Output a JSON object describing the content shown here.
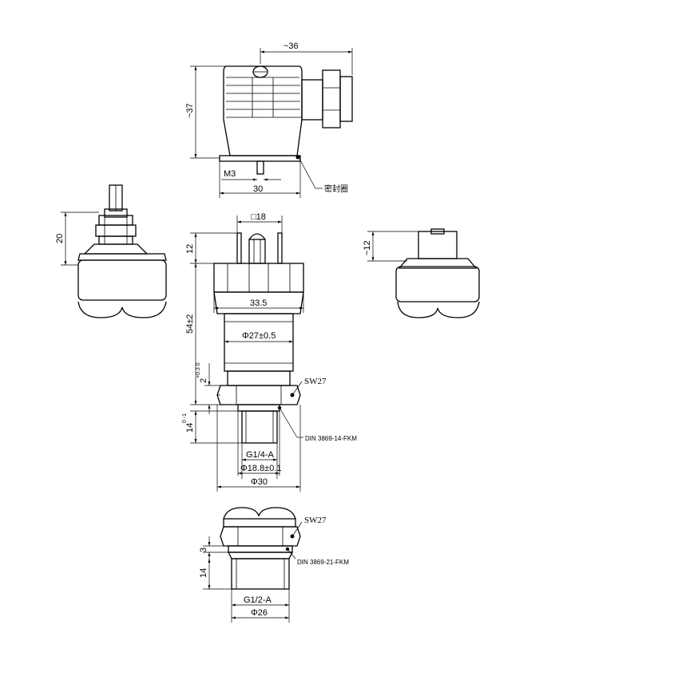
{
  "drawing": {
    "top_connector": {
      "width": "~36",
      "height": "~37",
      "screw": "M3",
      "base": "30",
      "seal_label": "密封圈"
    },
    "left_cable_view": {
      "height": "20"
    },
    "right_m12_view": {
      "height": "~12"
    },
    "main_view": {
      "square": "□18",
      "connector_h": "12",
      "body_overall": "54±2",
      "hex_width": "33.5",
      "body_dia": "Φ27±0.5",
      "gap": "2",
      "gap_tol": "+0.3 0",
      "hex_label": "SW27",
      "thread_len": "14",
      "thread_len_tol": "0 -1",
      "seal": "DIN 3869-14-FKM",
      "thread": "G1/4-A",
      "seal_dia": "Φ18.8±0.1",
      "overall_dia": "Φ30"
    },
    "bottom_view": {
      "hex_label": "SW27",
      "step": "3",
      "thread_len": "14",
      "seal": "DIN 3869-21-FKM",
      "thread": "G1/2-A",
      "dia": "Φ26"
    }
  }
}
